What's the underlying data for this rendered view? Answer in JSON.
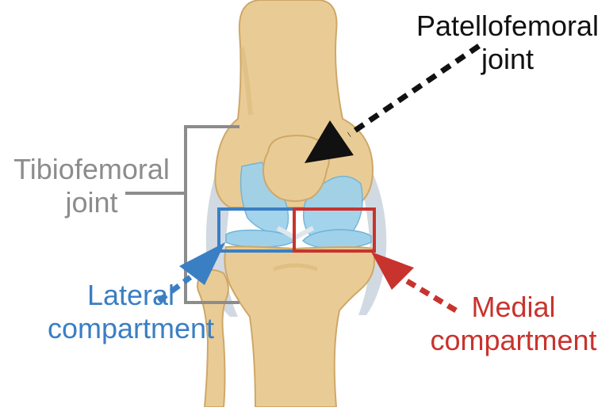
{
  "labels": {
    "patellofemoral": {
      "line1": "Patellofemoral",
      "line2": "joint"
    },
    "tibiofemoral": {
      "line1": "Tibiofemoral",
      "line2": "joint"
    },
    "lateral": {
      "line1": "Lateral",
      "line2": "compartment"
    },
    "medial": {
      "line1": "Medial",
      "line2": "compartment"
    }
  },
  "colors": {
    "patellofemoral": "#111111",
    "tibiofemoral": "#8c8c8c",
    "lateral": "#3a7fc4",
    "medial": "#c8332e",
    "bone": "#e9cc95",
    "bone_shade": "#cfa768",
    "cartilage": "#9fd2ea",
    "ligament": "#c9d3dd"
  },
  "icons": {
    "knee": "knee-joint-illustration"
  }
}
